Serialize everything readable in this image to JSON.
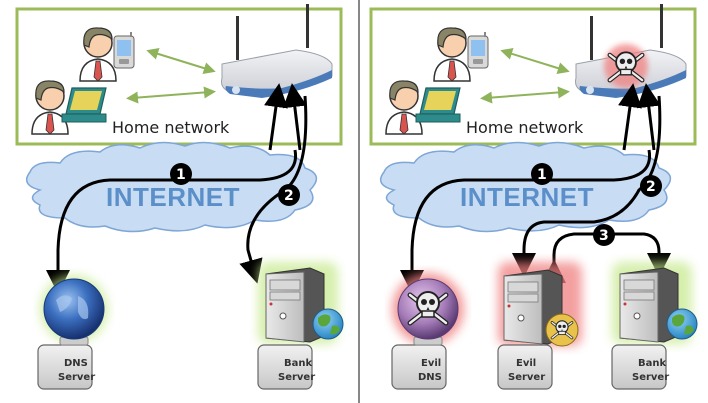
{
  "panels": [
    {
      "name": "normal",
      "home_network_label": "Home network",
      "internet_label": "INTERNET",
      "router_state": "normal",
      "steps": [
        "1",
        "2"
      ],
      "servers": [
        {
          "line1": "DNS",
          "line2": "Server",
          "icon": "globe-icon",
          "state": "normal"
        },
        {
          "line1": "Bank",
          "line2": "Server",
          "icon": "server-tower-icon",
          "state": "normal"
        }
      ]
    },
    {
      "name": "compromised",
      "home_network_label": "Home network",
      "internet_label": "INTERNET",
      "router_state": "compromised",
      "steps": [
        "1",
        "2",
        "3"
      ],
      "servers": [
        {
          "line1": "Evil",
          "line2": "DNS",
          "icon": "skull-globe-icon",
          "state": "malicious"
        },
        {
          "line1": "Evil",
          "line2": "Server",
          "icon": "server-tower-icon",
          "state": "malicious"
        },
        {
          "line1": "Bank",
          "line2": "Server",
          "icon": "server-tower-icon",
          "state": "normal"
        }
      ]
    }
  ],
  "colors": {
    "home_border": "#9bbb59",
    "link_arrow": "#8fb35a",
    "cloud_fill": "#c8dcf3",
    "cloud_stroke": "#7ea6d6",
    "internet_text": "#5b8fc9",
    "path": "#000000",
    "good_glow": "#c5e88a",
    "evil_glow": "#f08080",
    "divider": "#888888"
  }
}
